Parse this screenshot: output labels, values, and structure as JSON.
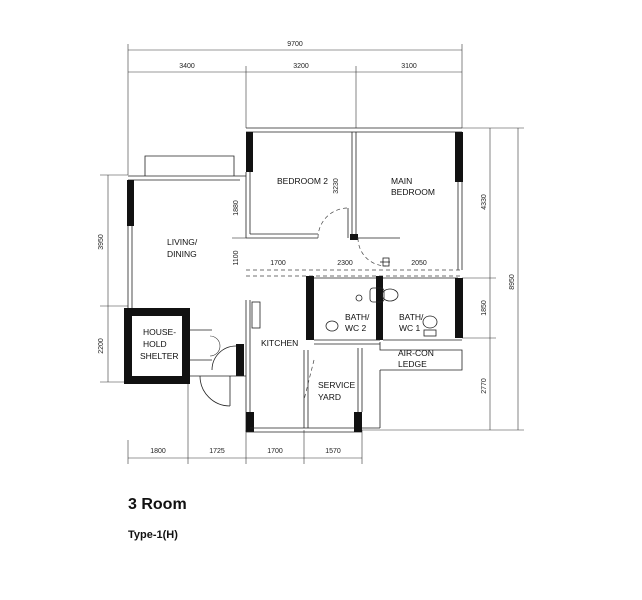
{
  "title": "3 Room",
  "subtitle": "Type-1(H)",
  "dimensions": {
    "top_total": "9700",
    "top_segments": [
      "3400",
      "3200",
      "3100"
    ],
    "bottom_segments": [
      "1800",
      "1725",
      "1700",
      "1570"
    ],
    "left_segments": [
      "3950",
      "2200"
    ],
    "right_segments": [
      "4330",
      "1850",
      "2770"
    ],
    "right_total": "8950",
    "interior": {
      "bedroom2_height": "3230",
      "living_upper": "1880",
      "living_lower": "1100",
      "corridor_a": "1700",
      "corridor_b": "2300",
      "corridor_c": "2050"
    }
  },
  "rooms": {
    "bedroom2": "BEDROOM 2",
    "master_line1": "MAIN",
    "master_line2": "BEDROOM",
    "living_line1": "LIVING/",
    "living_line2": "DINING",
    "shelter_line1": "HOUSE-",
    "shelter_line2": "HOLD",
    "shelter_line3": "SHELTER",
    "kitchen": "KITCHEN",
    "bath2_line1": "BATH/",
    "bath2_line2": "WC 2",
    "bath1_line1": "BATH/",
    "bath1_line2": "WC 1",
    "aircon_line1": "AIR-CON",
    "aircon_line2": "LEDGE",
    "service_line1": "SERVICE",
    "service_line2": "YARD"
  }
}
